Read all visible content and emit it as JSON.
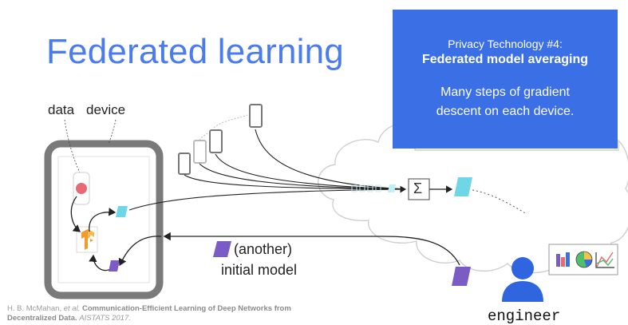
{
  "title": "Federated learning",
  "labels": {
    "data": "data",
    "device": "device",
    "another": "(another)",
    "initial_model": "initial model",
    "engineer": "engineer",
    "sigma": "Σ"
  },
  "callout": {
    "subtitle": "Privacy Technology #4:",
    "heading": "Federated model averaging",
    "body_line1": "Many steps of gradient",
    "body_line2": "descent on each device."
  },
  "citation": {
    "authors": "H. B. McMahan, ",
    "etal": "et al.",
    "paper_title": "Communication-Efficient Learning of Deep Networks from Decentralized Data.",
    "venue": "AISTATS 2017."
  },
  "colors": {
    "title_blue": "#4a7cf0",
    "callout_blue": "#3b6fe6",
    "model_purple": "#7b5cc4",
    "update_cyan": "#6fd6e6",
    "tf_orange": "#f29a2e",
    "data_red": "#e86a74",
    "engineer_blue": "#2f66e0",
    "device_gray": "#777777"
  },
  "icons": [
    "tensorflow-logo-icon",
    "engineer-person-icon",
    "bar-chart-icon",
    "pie-chart-icon",
    "line-chart-icon",
    "phone-icon",
    "sum-icon"
  ]
}
